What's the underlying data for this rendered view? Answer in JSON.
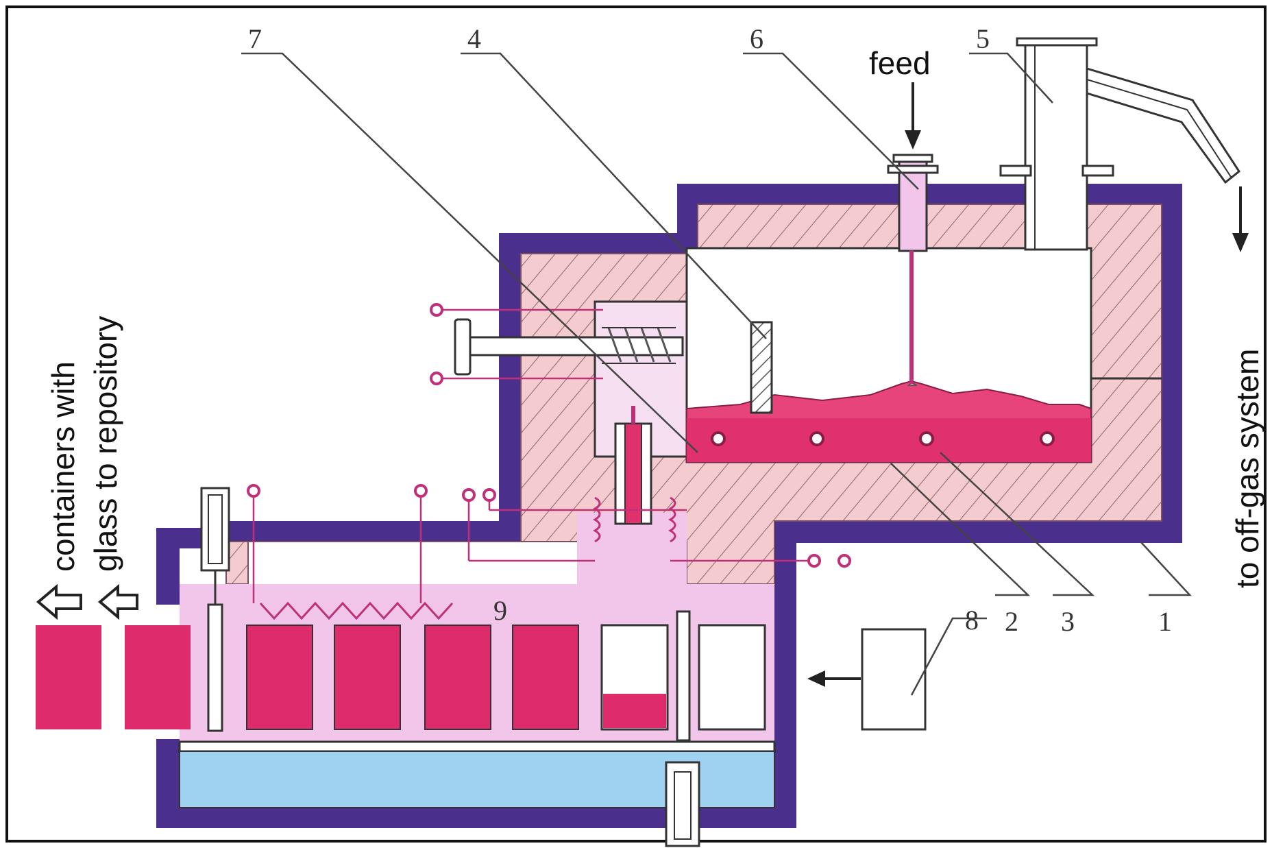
{
  "labels": {
    "n1": "1",
    "n2": "2",
    "n3": "3",
    "n4": "4",
    "n5": "5",
    "n6": "6",
    "n7": "7",
    "n8": "8",
    "n9": "9"
  },
  "annotations": {
    "feed": "feed",
    "off_gas": "to off-gas  system",
    "containers_line1": "containers with",
    "containers_line2": "glass to repository"
  },
  "colors": {
    "steel_shell": "#4a2f8c",
    "insulation": "#f2c4c8",
    "chamber": "#f1c6ea",
    "glass_melt": "#e8447c",
    "container": "#de2b6c",
    "water": "#9fd2f0",
    "electrode": "#c0307a"
  },
  "icons": [
    "feed-arrow-icon",
    "off-gas-arrow-icon",
    "hollow-arrow-icon",
    "heater-coil-icon",
    "electrode-terminal-icon"
  ]
}
